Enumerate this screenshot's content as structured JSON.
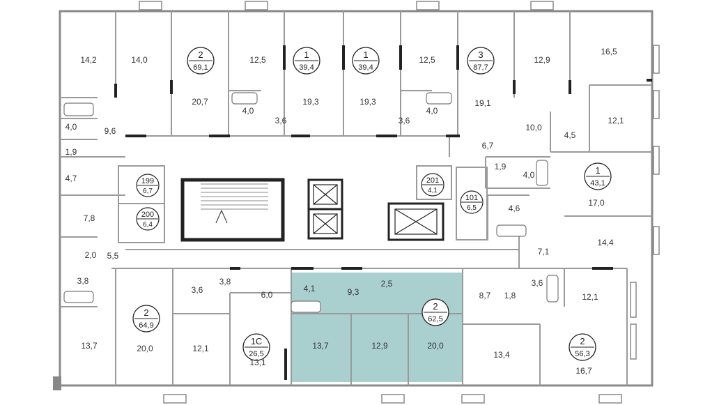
{
  "colors": {
    "highlight": "#a9d0ce",
    "wall": "#8a8a8a",
    "dark_wall": "#222222"
  },
  "apartments": [
    {
      "id": "apt-2-69",
      "rooms": "2",
      "area": "69,1"
    },
    {
      "id": "apt-1-39a",
      "rooms": "1",
      "area": "39,4"
    },
    {
      "id": "apt-1-39b",
      "rooms": "1",
      "area": "39,4"
    },
    {
      "id": "apt-3-87",
      "rooms": "3",
      "area": "87,7"
    },
    {
      "id": "apt-1-43",
      "rooms": "1",
      "area": "43,1"
    },
    {
      "id": "apt-2-64",
      "rooms": "2",
      "area": "64,9"
    },
    {
      "id": "apt-1c-26",
      "rooms": "1С",
      "area": "26,5"
    },
    {
      "id": "apt-2-62",
      "rooms": "2",
      "area": "62,5"
    },
    {
      "id": "apt-2-56",
      "rooms": "2",
      "area": "56,3"
    }
  ],
  "storages": [
    {
      "id": "st-199",
      "num": "199",
      "area": "6,7"
    },
    {
      "id": "st-200",
      "num": "200",
      "area": "6,4"
    },
    {
      "id": "st-201",
      "num": "201",
      "area": "4,1"
    },
    {
      "id": "st-101",
      "num": "101",
      "area": "6,5"
    }
  ],
  "rooms": [
    "14,2",
    "14,0",
    "20,7",
    "12,5",
    "19,3",
    "19,3",
    "12,5",
    "19,1",
    "12,9",
    "16,5",
    "4,0",
    "9,6",
    "1,9",
    "4,7",
    "4,0",
    "3,6",
    "3,6",
    "4,0",
    "10,0",
    "4,5",
    "12,1",
    "6,7",
    "1,9",
    "4,0",
    "17,0",
    "4,6",
    "7,8",
    "2,0",
    "5,5",
    "3,8",
    "14,4",
    "7,1",
    "3,6",
    "3,8",
    "6,0",
    "4,1",
    "9,3",
    "2,5",
    "8,7",
    "1,8",
    "3,6",
    "12,1",
    "13,7",
    "20,0",
    "12,1",
    "13,1",
    "13,7",
    "12,9",
    "20,0",
    "13,4",
    "16,7"
  ]
}
